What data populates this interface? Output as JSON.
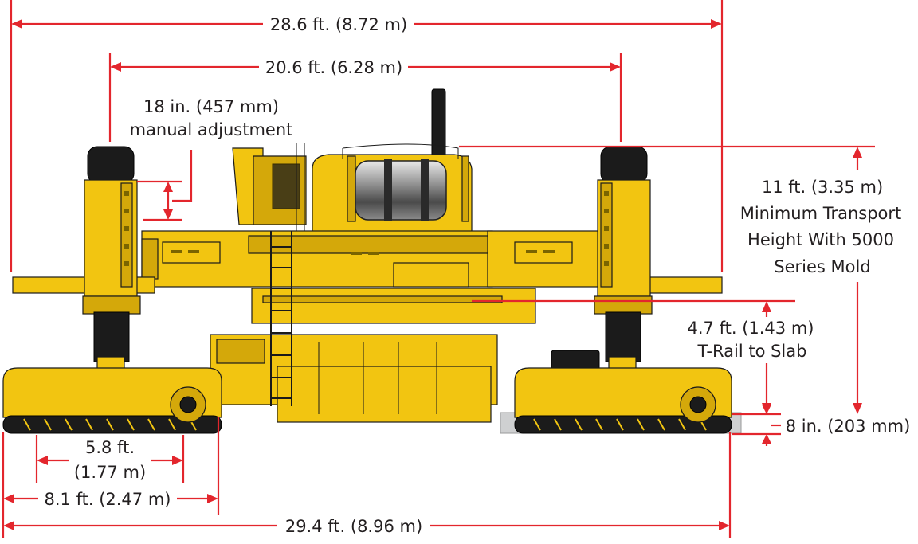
{
  "colors": {
    "dimension_line": "#e3262d",
    "machine_body": "#f2c511",
    "machine_shadow": "#d4a80a",
    "tracks_and_columns": "#1b1b1b",
    "slab": "#cfd0d1",
    "label_text": "#231f20"
  },
  "dimensions": {
    "overall_width_top": "28.6 ft. (8.72 m)",
    "leg_spacing": "20.6 ft. (6.28 m)",
    "manual_adjustment_line1": "18 in. (457 mm)",
    "manual_adjustment_line2": "manual adjustment",
    "transport_height_line1": "11 ft. (3.35 m)",
    "transport_height_line2": "Minimum Transport",
    "transport_height_line3": "Height With 5000",
    "transport_height_line4": "Series Mold",
    "trail_line1": "4.7 ft. (1.43 m)",
    "trail_line2": "T-Rail to Slab",
    "slab_thickness": "8 in. (203 mm)",
    "track_inner_line1": "5.8 ft.",
    "track_inner_line2": "(1.77 m)",
    "track_outer": "8.1 ft. (2.47 m)",
    "overall_width_bottom": "29.4 ft. (8.96 m)"
  }
}
